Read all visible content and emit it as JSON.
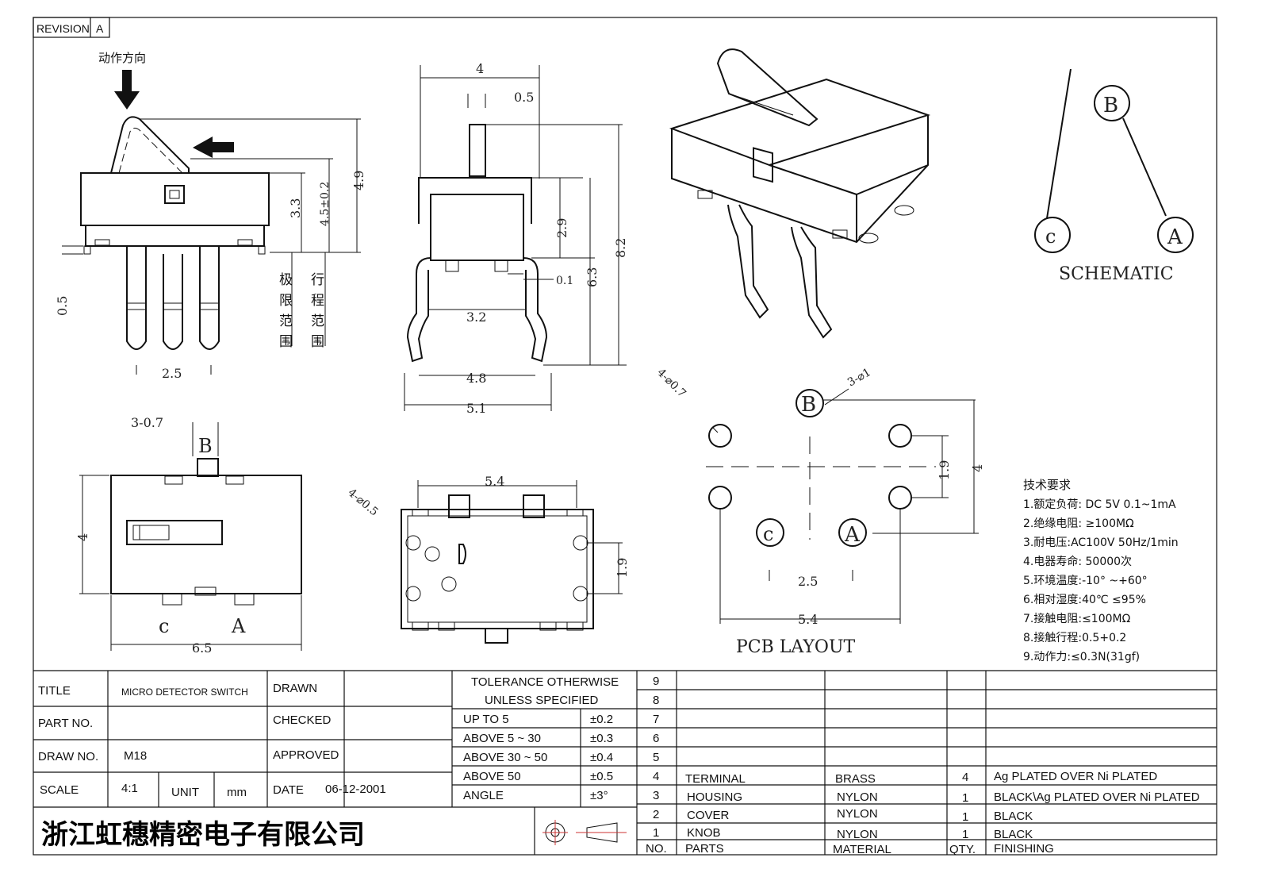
{
  "revision": {
    "label": "REVISION",
    "value": "A"
  },
  "side_view": {
    "action_direction": "动作方向",
    "dims": {
      "d_3_3": "3.3",
      "d_4_5": "4.5±0.2",
      "d_4_9": "4.9",
      "d_0_5": "0.5",
      "d_2_5": "2.5"
    },
    "limit_range": [
      "极",
      "限",
      "范",
      "围"
    ],
    "travel_range": [
      "行",
      "程",
      "范",
      "围"
    ]
  },
  "front_view": {
    "dims": {
      "d_4": "4",
      "d_0_5": "0.5",
      "d_2_9": "2.9",
      "d_6_3": "6.3",
      "d_8_2": "8.2",
      "d_0_1": "0.1",
      "d_3_2": "3.2",
      "d_4_8": "4.8",
      "d_5_1": "5.1"
    }
  },
  "schematic": {
    "title": "SCHEMATIC",
    "b": "B",
    "c": "c",
    "a": "A"
  },
  "top_view": {
    "d_3_07": "3-0.7",
    "b": "B",
    "d_4": "4",
    "c": "c",
    "a": "A",
    "d_6_5": "6.5"
  },
  "bottom_view": {
    "d_5_4": "5.4",
    "d_4_05": "4-⌀0.5",
    "d_1_9": "1.9"
  },
  "pcb": {
    "title": "PCB   LAYOUT",
    "d_4_07": "4-⌀0.7",
    "d_3_1": "3-⌀1",
    "b": "B",
    "c": "c",
    "a": "A",
    "d_1_9": "1.9",
    "d_4": "4",
    "d_2_5": "2.5",
    "d_5_4": "5.4"
  },
  "tech": {
    "title": "技术要求",
    "items": [
      "1.额定负荷: DC 5V  0.1~1mA",
      "2.绝缘电阻: ≥100MΩ",
      "3.耐电压:AC100V 50Hz/1min",
      "4.电器寿命: 50000次",
      "5.环境温度:-10°  ~+60°",
      "6.相对湿度:40℃   ≤95%",
      "7.接触电阻:≤100MΩ",
      "8.接触行程:0.5+0.2",
      "9.动作力:≤0.3N(31gf)"
    ]
  },
  "title_block": {
    "title_label": "TITLE",
    "title_value": "MICRO DETECTOR SWITCH",
    "part_label": "PART NO.",
    "part_value": "",
    "draw_label": "DRAW NO.",
    "draw_value": "M18",
    "scale_label": "SCALE",
    "scale_value": "4:1",
    "unit_label": "UNIT",
    "unit_value": "mm",
    "drawn_label": "DRAWN",
    "checked_label": "CHECKED",
    "approved_label": "APPROVED",
    "date_label": "DATE",
    "date_value": "06-12-2001",
    "tol_title_1": "TOLERANCE  OTHERWISE",
    "tol_title_2": "UNLESS  SPECIFIED",
    "tolerances": [
      {
        "range": "UP  TO  5",
        "value": "±0.2"
      },
      {
        "range": "ABOVE  5 ~ 30",
        "value": "±0.3"
      },
      {
        "range": "ABOVE  30 ~ 50",
        "value": "±0.4"
      },
      {
        "range": "ABOVE  50",
        "value": "±0.5"
      },
      {
        "range": "ANGLE",
        "value": "±3°"
      }
    ],
    "company": "浙江虹穗精密电子有限公司"
  },
  "bom": {
    "empty_rows": [
      "9",
      "8",
      "7",
      "6",
      "5"
    ],
    "rows": [
      {
        "no": "4",
        "part": "TERMINAL",
        "material": "BRASS",
        "qty": "4",
        "finish": "Ag  PLATED  OVER  Ni  PLATED"
      },
      {
        "no": "3",
        "part": "HOUSING",
        "material": "NYLON",
        "qty": "1",
        "finish": "BLACK\\Ag  PLATED  OVER  Ni  PLATED"
      },
      {
        "no": "2",
        "part": "COVER",
        "material": "NYLON",
        "qty": "1",
        "finish": "BLACK"
      },
      {
        "no": "1",
        "part": "KNOB",
        "material": "NYLON",
        "qty": "1",
        "finish": "BLACK"
      }
    ],
    "header": {
      "no": "NO.",
      "part": "PARTS",
      "material": "MATERIAL",
      "qty": "QTY.",
      "finish": "FINISHING"
    }
  }
}
